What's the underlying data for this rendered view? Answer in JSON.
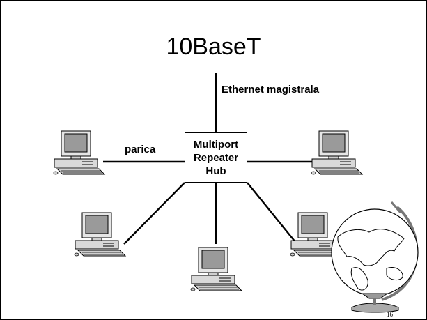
{
  "slide": {
    "title": "10BaseT",
    "backbone_label": "Ethernet magistrala",
    "cable_label": "parica",
    "hub": {
      "line1": "Multiport",
      "line2": "Repeater",
      "line3": "Hub"
    },
    "page_number": "16"
  },
  "icons": {
    "computer": "desktop-computer-icon",
    "globe": "globe-icon"
  },
  "colors": {
    "border": "#000000",
    "monitor_screen": "#9a9a9a",
    "case": "#d9d9d9"
  }
}
